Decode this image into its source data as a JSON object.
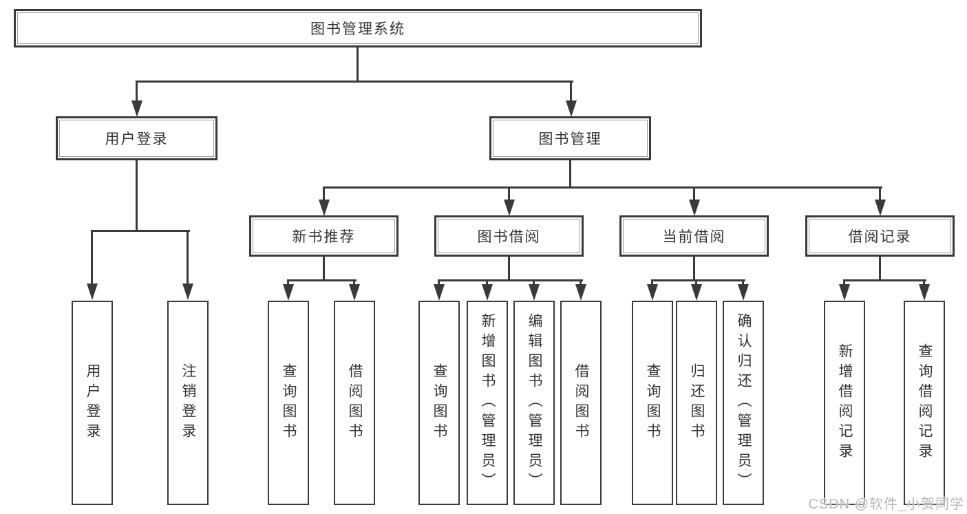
{
  "diagram": {
    "root": "图书管理系统",
    "level2": {
      "user": "用户登录",
      "book": "图书管理"
    },
    "level3": {
      "recommend": "新书推荐",
      "borrow": "图书借阅",
      "current": "当前借阅",
      "records": "借阅记录"
    },
    "leaves": {
      "user": [
        "用户登录",
        "注销登录"
      ],
      "recommend": [
        "查询图书",
        "借阅图书"
      ],
      "borrow": [
        "查询图书",
        "新增图书（管理员）",
        "编辑图书（管理员）",
        "借阅图书"
      ],
      "current": [
        "查询图书",
        "归还图书",
        "确认归还（管理员）"
      ],
      "records": [
        "新增借阅记录",
        "查询借阅记录"
      ]
    },
    "line_color": "#3a3a3a"
  },
  "watermark": {
    "text": "CSDN @软件_小贺同学"
  }
}
